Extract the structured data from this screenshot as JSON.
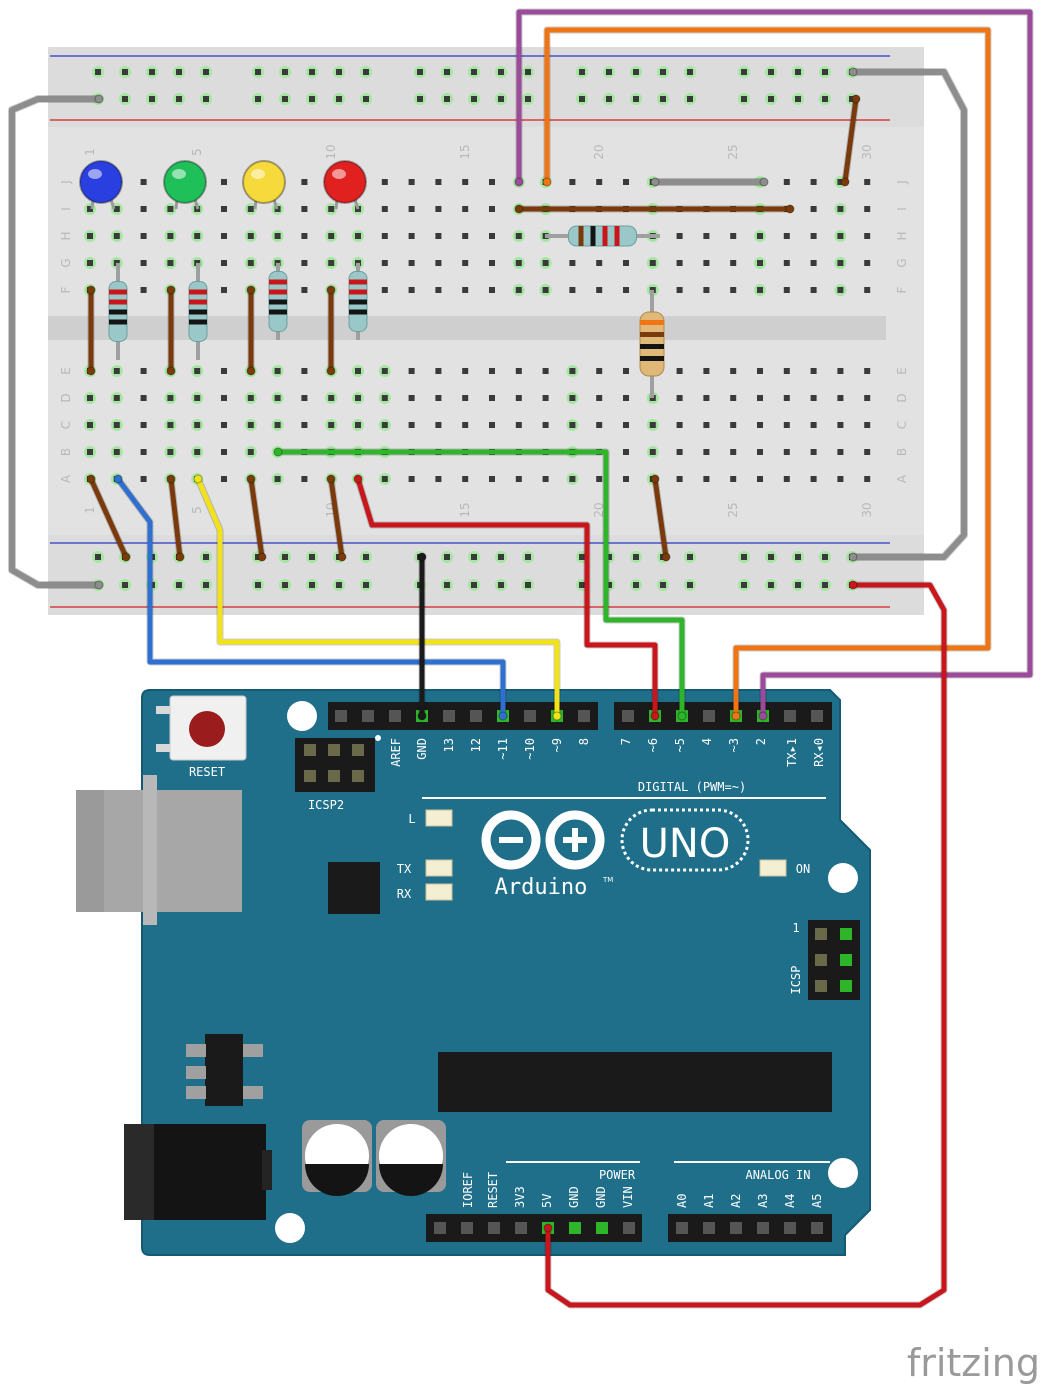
{
  "breadboard": {
    "row_letters_top": [
      "J",
      "I",
      "H",
      "G",
      "F"
    ],
    "row_letters_bottom": [
      "E",
      "D",
      "C",
      "B",
      "A"
    ],
    "column_numbers": [
      "1",
      "5",
      "10",
      "15",
      "20",
      "25",
      "30"
    ]
  },
  "board": {
    "logo_text": "Arduino",
    "tm": "TM",
    "model": "UNO",
    "reset_label": "RESET",
    "icsp2_label": "ICSP2",
    "icsp_label": "ICSP",
    "icsp_pin1": "1",
    "led_l": "L",
    "led_tx": "TX",
    "led_rx": "RX",
    "led_on": "ON",
    "digital_label": "DIGITAL (PWM=~)",
    "power_label": "POWER",
    "analog_label": "ANALOG IN",
    "digital_pins": [
      "AREF",
      "GND",
      "13",
      "12",
      "~11",
      "~10",
      "~9",
      "8",
      "7",
      "~6",
      "~5",
      "4",
      "~3",
      "2",
      "TX▸1",
      "RX◂0"
    ],
    "power_pins": [
      "IOREF",
      "RESET",
      "3V3",
      "5V",
      "GND",
      "GND",
      "VIN"
    ],
    "analog_pins": [
      "A0",
      "A1",
      "A2",
      "A3",
      "A4",
      "A5"
    ]
  },
  "leds": [
    {
      "color": "blue",
      "hex": "#2a3fe0"
    },
    {
      "color": "green",
      "hex": "#1fbf5a"
    },
    {
      "color": "yellow",
      "hex": "#f6d93a"
    },
    {
      "color": "red",
      "hex": "#e0211f"
    }
  ],
  "wire_colors": {
    "blue": "#2f6fcf",
    "yellow": "#f2e21c",
    "red": "#c8161c",
    "green": "#2fb52a",
    "black": "#1a1a1a",
    "orange": "#ef7414",
    "purple": "#9b4b9a",
    "grey": "#8d8d8d",
    "brown": "#7a3a0c"
  },
  "watermark": "fritzing"
}
